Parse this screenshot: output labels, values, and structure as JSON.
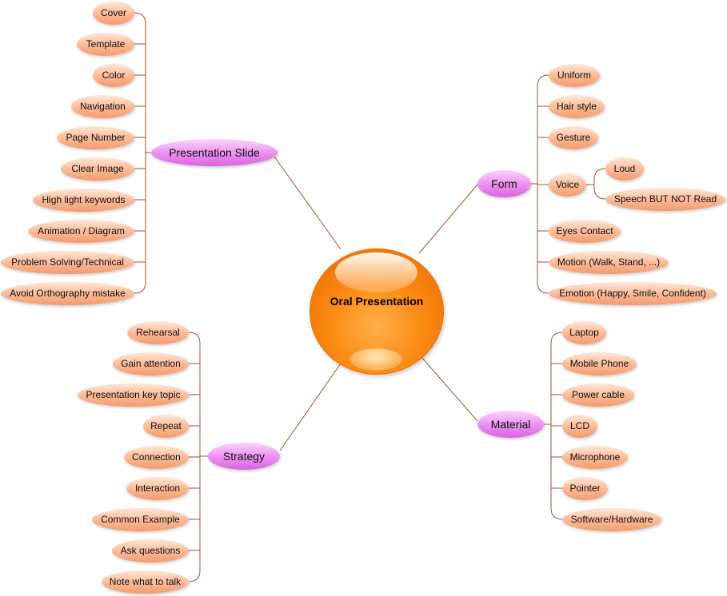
{
  "center": {
    "title": "Oral Presentation"
  },
  "branches": {
    "presentation_slide": {
      "label": "Presentation Slide",
      "items": [
        "Cover",
        "Template",
        "Color",
        "Navigation",
        "Page Number",
        "Clear Image",
        "High light keywords",
        "Animation / Diagram",
        "Problem Solving/Technical",
        "Avoid Orthography mistake"
      ]
    },
    "form": {
      "label": "Form",
      "items": [
        "Uniform",
        "Hair style",
        "Gesture",
        "Voice",
        "Eyes Contact",
        "Motion (Walk, Stand, ...)",
        "Emotion (Happy, Smile, Confident)"
      ],
      "voice_items": [
        "Loud",
        "Speech BUT NOT Read"
      ]
    },
    "strategy": {
      "label": "Strategy",
      "items": [
        "Rehearsal",
        "Gain attention",
        "Presentation key topic",
        "Repeat",
        "Connection",
        "Interaction",
        "Common Example",
        "Ask questions",
        "Note what to talk"
      ]
    },
    "material": {
      "label": "Material",
      "items": [
        "Laptop",
        "Mobile Phone",
        "Power cable",
        "LCD",
        "Microphone",
        "Pointer",
        "Software/Hardware"
      ]
    }
  },
  "colors": {
    "center": "#f7820d",
    "branch": "#e57ae9",
    "leaf": "#f8a67c",
    "connector": "#a0522d"
  }
}
